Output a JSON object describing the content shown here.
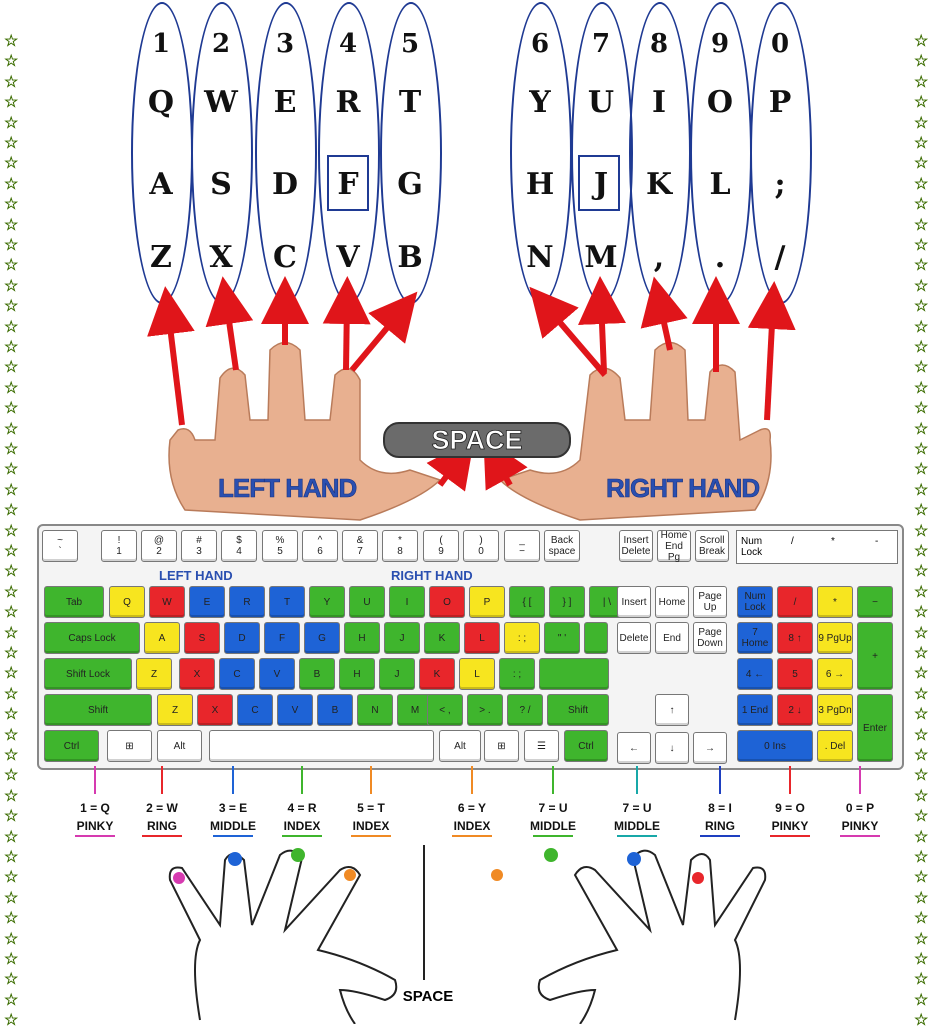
{
  "columns": [
    {
      "num": "1",
      "top": "Q",
      "home": "A",
      "bottom": "Z"
    },
    {
      "num": "2",
      "top": "W",
      "home": "S",
      "bottom": "X"
    },
    {
      "num": "3",
      "top": "E",
      "home": "D",
      "bottom": "C"
    },
    {
      "num": "4",
      "top": "R",
      "home": "F",
      "bottom": "V"
    },
    {
      "num": "5",
      "top": "T",
      "home": "G",
      "bottom": "B"
    },
    {
      "num": "6",
      "top": "Y",
      "home": "H",
      "bottom": "N"
    },
    {
      "num": "7",
      "top": "U",
      "home": "J",
      "bottom": "M"
    },
    {
      "num": "8",
      "top": "I",
      "home": "K",
      "bottom": ","
    },
    {
      "num": "9",
      "top": "O",
      "home": "L",
      "bottom": "."
    },
    {
      "num": "0",
      "top": "P",
      "home": ";",
      "bottom": "/"
    }
  ],
  "labels": {
    "left_hand": "LEFT HAND",
    "right_hand": "RIGHT HAND",
    "space": "SPACE",
    "kb_left": "LEFT HAND",
    "kb_right": "RIGHT HAND"
  },
  "colors": {
    "pinky": "#d63ab0",
    "ring": "#e8262b",
    "middle": "#1e63d6",
    "index": "#3fb52d",
    "index2": "#f08a24",
    "arrow": "#e0151a",
    "border": "#1f3a93"
  },
  "keyboard": {
    "row0": [
      [
        "~",
        "`"
      ],
      [
        "!",
        "1"
      ],
      [
        "@",
        "2"
      ],
      [
        "#",
        "3"
      ],
      [
        "$",
        "4"
      ],
      [
        "%",
        "5"
      ],
      [
        "^",
        "6"
      ],
      [
        "&",
        "7"
      ],
      [
        "*",
        "8"
      ],
      [
        "(",
        "9"
      ],
      [
        ")",
        "0"
      ],
      [
        "_",
        "−"
      ],
      [
        "Back",
        "space"
      ]
    ],
    "row0_nav": [
      "Insert Delete",
      "Home End Pg",
      "Scroll Break"
    ],
    "numpad_top": [
      "Num Lock",
      "/",
      "*",
      "-"
    ],
    "row1": [
      "Tab",
      "Q",
      "W",
      "E",
      "R",
      "T",
      "Y",
      "U",
      "I",
      "O",
      "P",
      "{ [",
      "} ]",
      "| \\"
    ],
    "row2": [
      "Caps Lock",
      "A",
      "S",
      "D",
      "F",
      "G",
      "H",
      "J",
      "K",
      "L",
      ": ;",
      "\" '"
    ],
    "row3": [
      "Shift Lock",
      "Z",
      "X",
      "C",
      "V",
      "B",
      "H",
      "J",
      "K",
      "L",
      ": ;"
    ],
    "row4": [
      "Shift",
      "Z",
      "X",
      "C",
      "V",
      "B",
      "N",
      "M",
      "< ,",
      "> .",
      "? /",
      "Shift"
    ],
    "row5": [
      "Ctrl",
      "⊞",
      "Alt",
      "",
      "Alt",
      "⊞",
      "☰",
      "Ctrl"
    ],
    "nav": [
      "Insert",
      "Home",
      "Page Up",
      "Delete",
      "End",
      "Page Down"
    ],
    "arrows": [
      "↑",
      "←",
      "↓",
      "→"
    ],
    "numpad": [
      "Num Lock",
      "/",
      "*",
      "−",
      "7 Home",
      "8 ↑",
      "9 PgUp",
      "+",
      "4 ←",
      "5",
      "6 →",
      "1 End",
      "2 ↓",
      "3 PgDn",
      "Enter",
      "0 Ins",
      ". Del"
    ]
  },
  "fingers": [
    {
      "key": "1 = Q",
      "finger": "PINKY"
    },
    {
      "key": "2 = W",
      "finger": "RING"
    },
    {
      "key": "3 = E",
      "finger": "MIDDLE"
    },
    {
      "key": "4 = R",
      "finger": "INDEX"
    },
    {
      "key": "5 = T",
      "finger": "INDEX"
    },
    {
      "key": "6 = Y",
      "finger": "INDEX"
    },
    {
      "key": "7 = U",
      "finger": "MIDDLE"
    },
    {
      "key": "7 = U",
      "finger": "MIDDLE"
    },
    {
      "key": "8 = I",
      "finger": "RING"
    },
    {
      "key": "9 = O",
      "finger": "PINKY"
    },
    {
      "key": "0 = P",
      "finger": "PINKY"
    }
  ]
}
